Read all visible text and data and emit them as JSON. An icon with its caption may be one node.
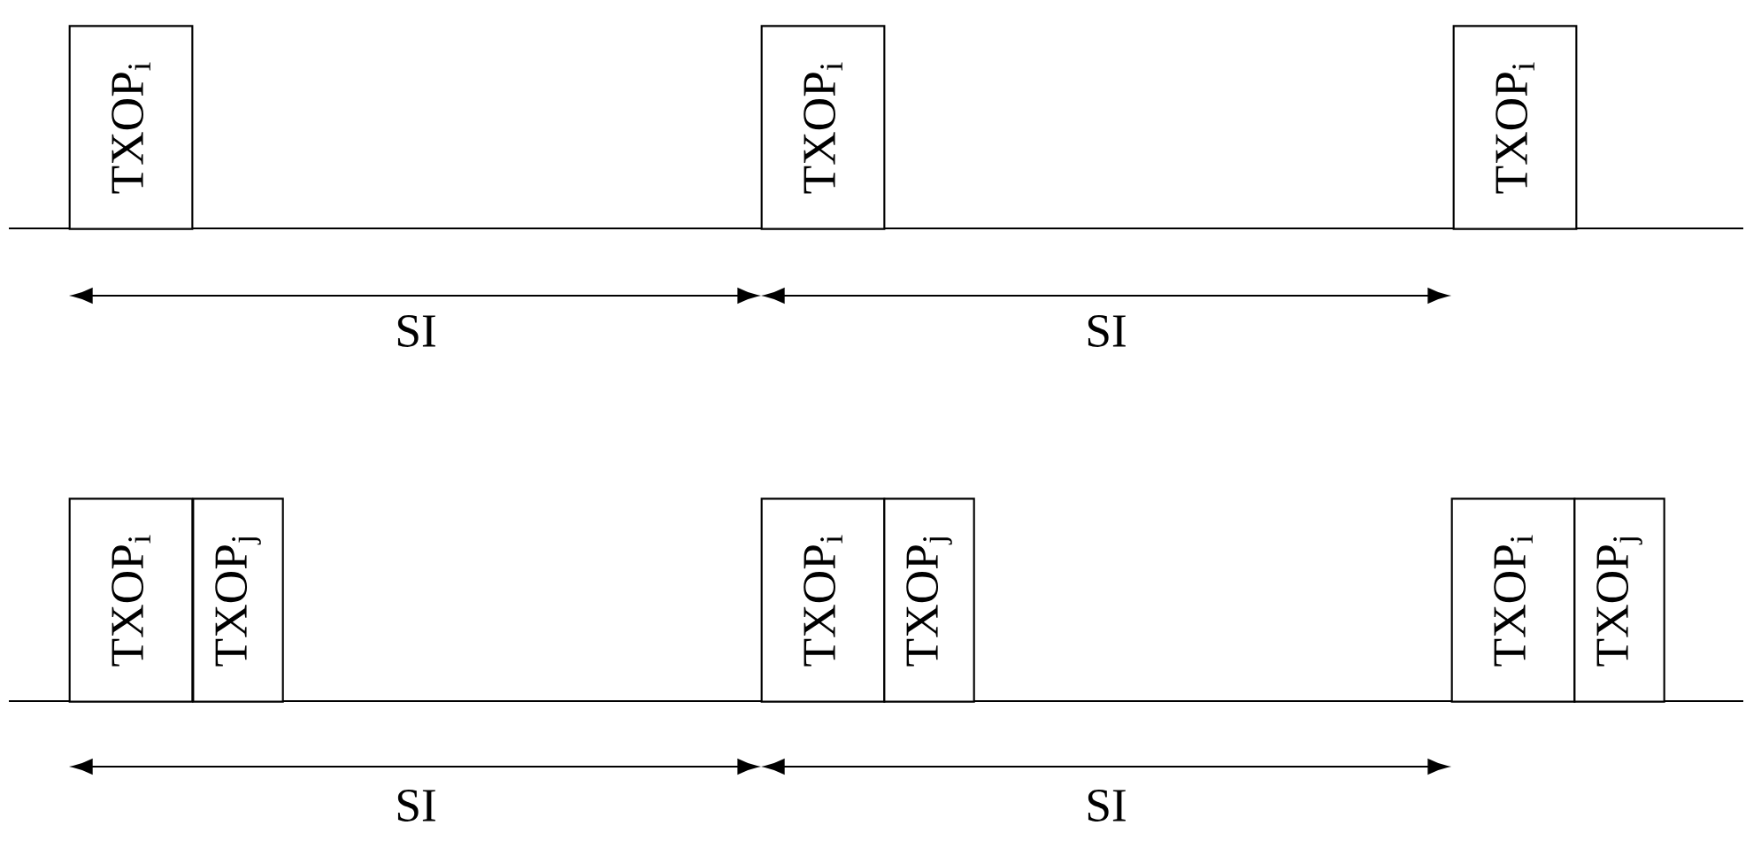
{
  "diagram": {
    "nodes": [
      {
        "text": [
          "TXOP$_{i}$"
        ]
      },
      {
        "text": [
          "TXOP$_{i}$"
        ]
      },
      {
        "text": [
          "TXOP$_{i}$"
        ]
      },
      {
        "text": [
          "TXOP$_{i}$"
        ]
      },
      {
        "text": [
          "TXOP$_{j}$"
        ]
      },
      {
        "text": [
          "TXOP$_{i}$"
        ]
      },
      {
        "text": [
          "TXOP$_{j}$"
        ]
      },
      {
        "text": [
          "TXOP$_{i}$"
        ]
      },
      {
        "text": [
          "TXOP$_{j}$"
        ]
      }
    ],
    "labels": [
      "SI",
      "SI",
      "SI",
      "SI"
    ]
  }
}
